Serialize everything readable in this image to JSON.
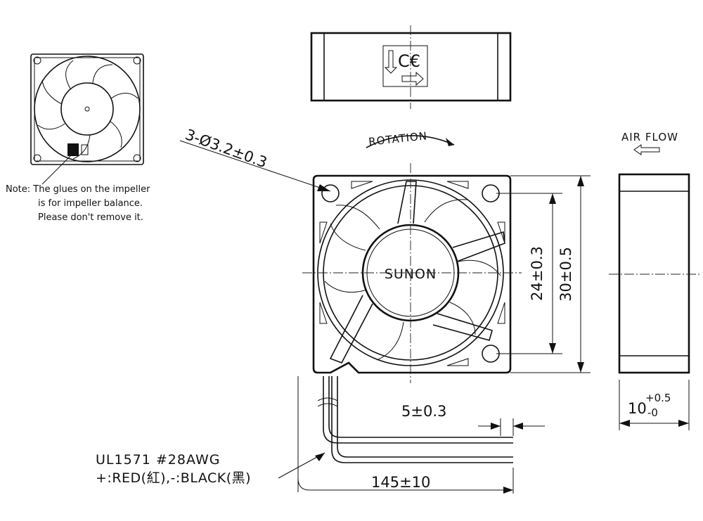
{
  "note": {
    "line1": "Note: The glues on the impeller",
    "line2": "is for impeller balance.",
    "line3": "Please don't remove it."
  },
  "labels": {
    "rotation": "ROTATION",
    "air_flow": "AIR FLOW",
    "brand": "SUNON"
  },
  "dimensions": {
    "hole": "3-Ø3.2±0.3",
    "hole_spacing": "24±0.3",
    "frame_size": "30±0.5",
    "thickness_base": "10",
    "thickness_upper": "+0.5",
    "thickness_lower": "-0",
    "strip_length": "5±0.3",
    "lead_length": "145±10"
  },
  "wire": {
    "spec": "UL1571  #28AWG",
    "polarity": "+:RED(紅),-:BLACK(黑)"
  },
  "colors": {
    "line": "#111111",
    "background": "#ffffff"
  }
}
